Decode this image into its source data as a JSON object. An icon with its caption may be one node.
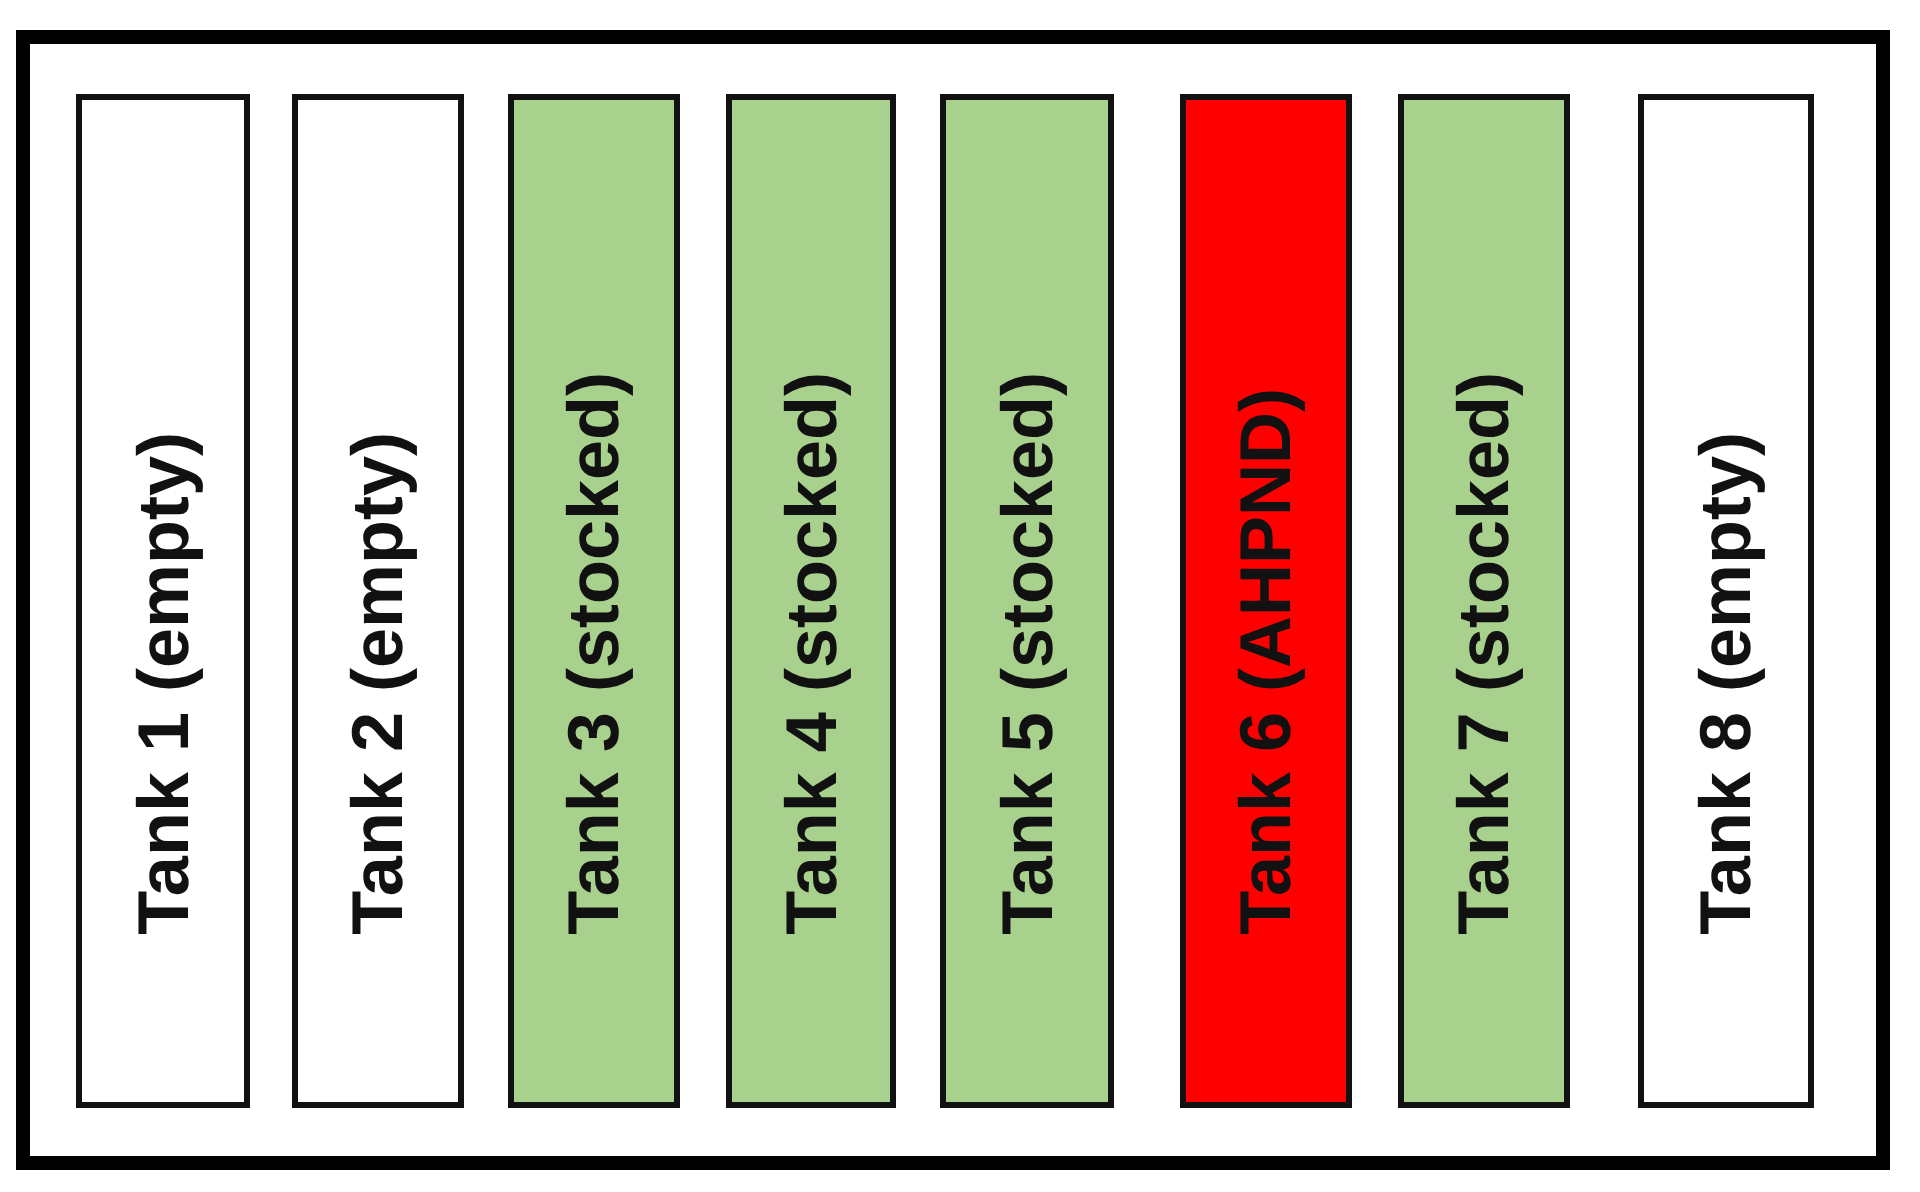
{
  "diagram": {
    "nodes": [
      {
        "text": [],
        "shape": "box"
      },
      {
        "text": [
          "Tank 1 (empty)"
        ],
        "in": 0
      },
      {
        "text": [
          "Tank 2 (empty)"
        ],
        "in": 0
      },
      {
        "text": [
          "Tank 3 (stocked)"
        ],
        "in": 0
      },
      {
        "text": [
          "Tank 4 (stocked)"
        ],
        "in": 0
      },
      {
        "text": [
          "Tank 5 (stocked)"
        ],
        "in": 0
      },
      {
        "text": [
          "Tank 6 (AHPND)"
        ],
        "in": 0
      },
      {
        "text": [
          "Tank 7 (stocked)"
        ],
        "in": 0
      },
      {
        "text": [
          "Tank 8 (empty)"
        ],
        "in": 0
      }
    ]
  }
}
